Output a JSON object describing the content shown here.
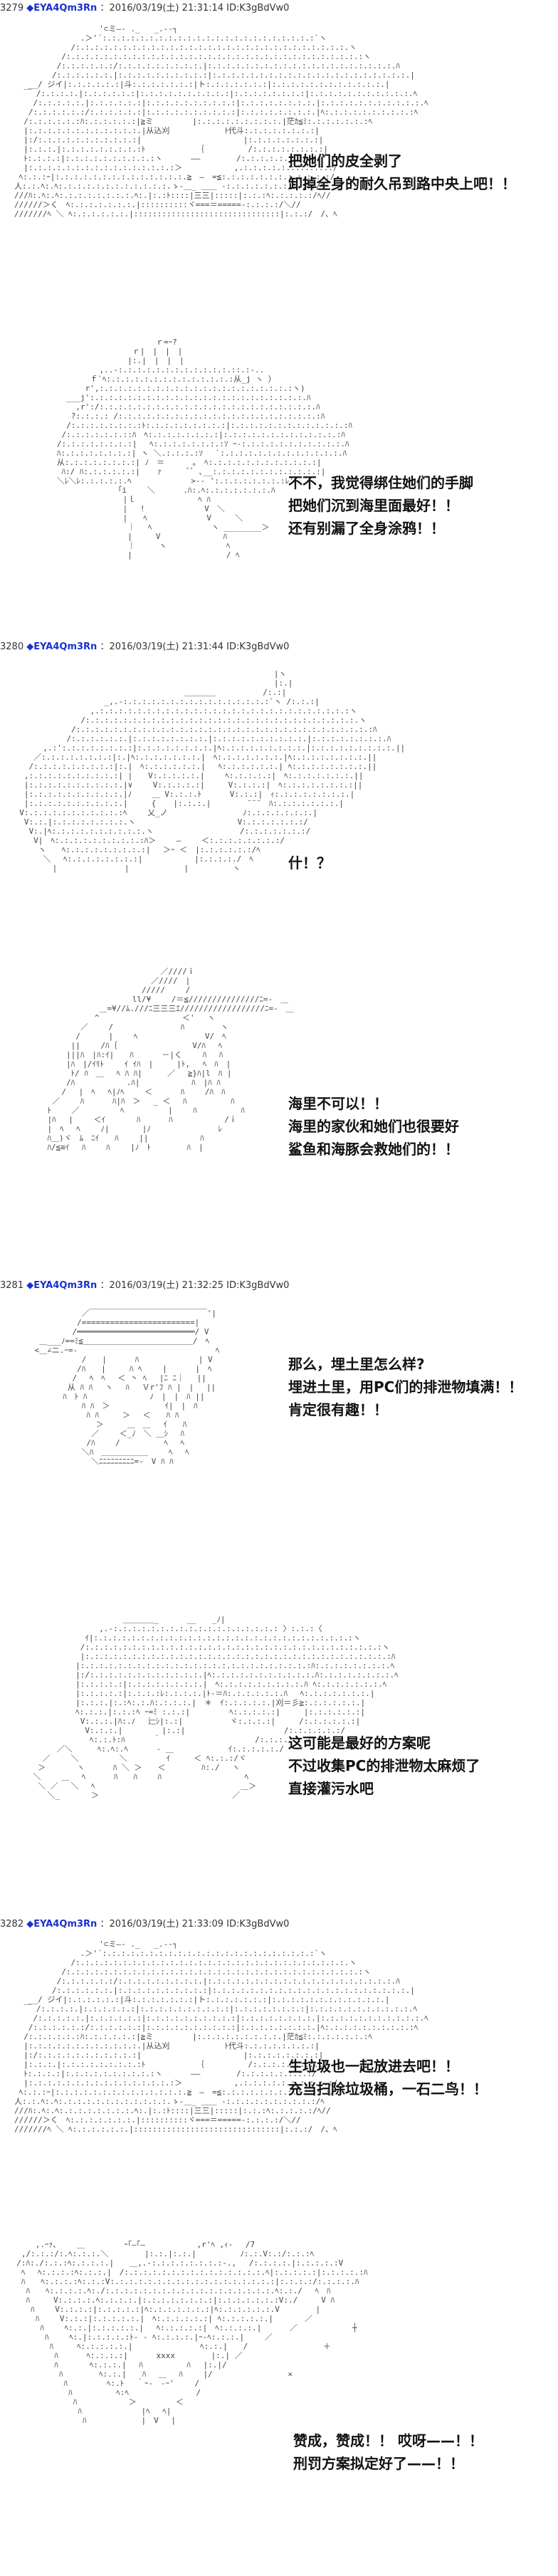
{
  "posts": [
    {
      "number": "3279",
      "name": "◆EYA4Qm3Rn",
      "meta": "：2016/03/19(土) 21:31:14 ID:K3gBdVw0"
    },
    {
      "number": "3280",
      "name": "◆EYA4Qm3Rn",
      "meta": "：2016/03/19(土) 21:31:44 ID:K3gBdVw0"
    },
    {
      "number": "3281",
      "name": "◆EYA4Qm3Rn",
      "meta": "：2016/03/19(土) 21:32:25 ID:K3gBdVw0"
    },
    {
      "number": "3282",
      "name": "◆EYA4Qm3Rn",
      "meta": "：2016/03/19(土) 21:33:09 ID:K3gBdVw0"
    }
  ],
  "panels": [
    {
      "text": "把她们的皮全剥了\n卸掉全身的耐久吊到路中央上吧！！"
    },
    {
      "text": "不不，我觉得绑住她们的手脚\n把她们沉到海里面最好！！\n还有别漏了全身涂鸦！！"
    },
    {
      "text": "什！？"
    },
    {
      "text": "海里不可以！！\n海里的家伙和她们也很要好\n鲨鱼和海豚会救她们的！！"
    },
    {
      "text": "那么，埋土里怎么样?\n埋进土里，用PC们的排泄物填满！！\n肯定很有趣！！"
    },
    {
      "text": "这可能是最好的方案呢\n不过收集PC的排泄物太麻烦了\n直接灌污水吧"
    },
    {
      "text": "生垃圾也一起放进去吧！！\n充当扫除垃圾桶，一石二鸟！！"
    },
    {
      "text": "赞成，赞成！！ 哎呀——！！\n刑罚方案拟定好了——！！"
    }
  ]
}
